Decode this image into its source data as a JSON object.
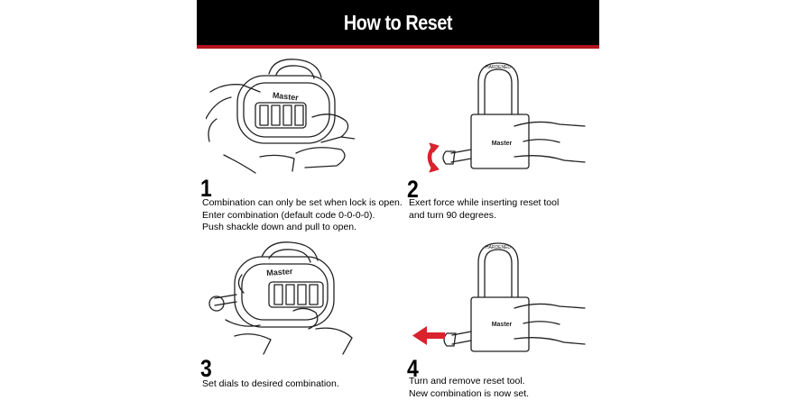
{
  "header": {
    "title": "How to Reset"
  },
  "brand": {
    "logo_text": "Master",
    "shackle_text": "HARDENED"
  },
  "steps": [
    {
      "number": "1",
      "lines": [
        "Combination can only be set when lock is open.",
        "Enter combination (default code 0-0-0-0).",
        "Push shackle down and pull to open."
      ]
    },
    {
      "number": "2",
      "lines": [
        "Exert force while inserting reset tool",
        "and turn 90 degrees."
      ]
    },
    {
      "number": "3",
      "lines": [
        "Set dials to desired combination."
      ]
    },
    {
      "number": "4",
      "lines": [
        "Turn and remove reset tool.",
        "New combination is now set."
      ]
    }
  ],
  "colors": {
    "banner": "#000000",
    "stripe": "#b3141d",
    "arrow": "#d9232d",
    "line": "#222222"
  },
  "icons": {
    "step2_arrow": "rotate-arrow-icon",
    "step4_arrow": "left-arrow-icon"
  }
}
